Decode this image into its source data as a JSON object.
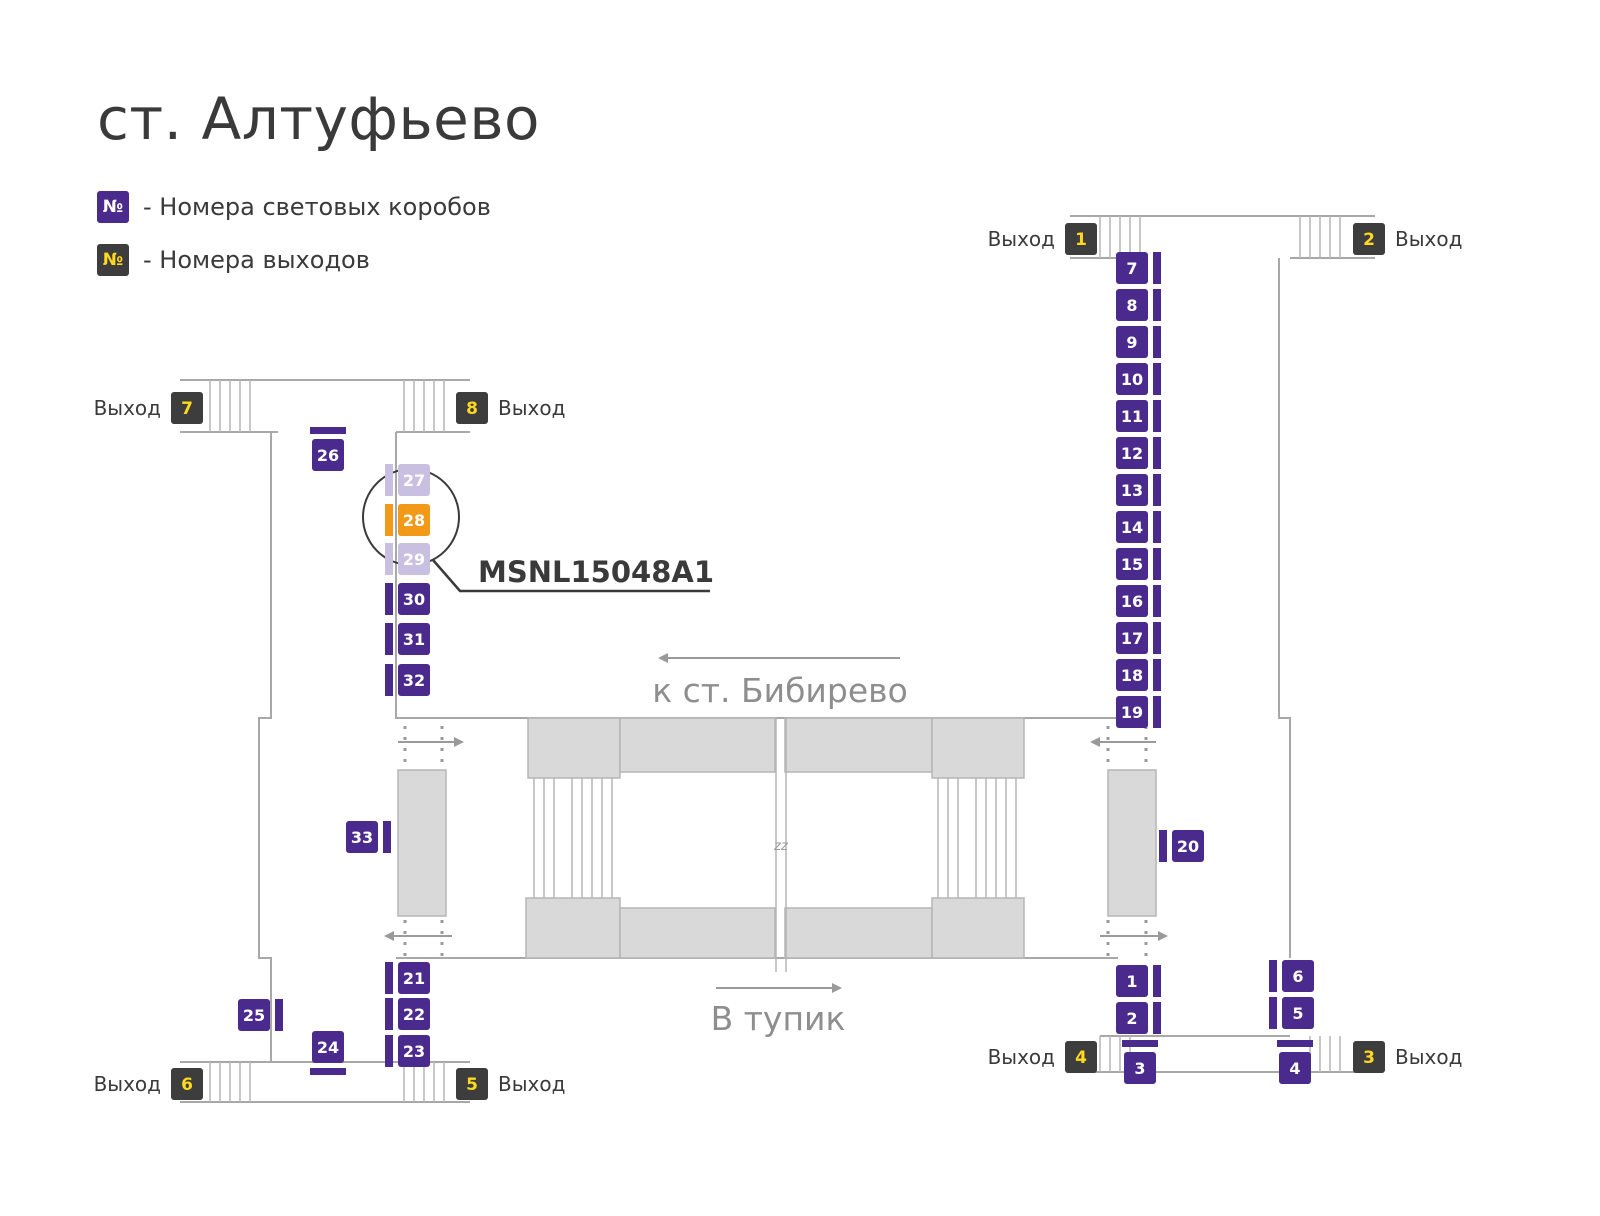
{
  "title": "ст. Алтуфьево",
  "colors": {
    "lightbox": "#4a2a8c",
    "lightbox_faded": "#c9bfe0",
    "highlight": "#f29a18",
    "exit_bg": "#3d3d3d",
    "exit_text": "#ffd81f",
    "wall": "#a8a8a8",
    "structure": "#d9d9d9"
  },
  "legend": {
    "symbol": "№",
    "lightbox_text": "- Номера световых коробов",
    "exit_text": "- Номера выходов"
  },
  "directions": {
    "top": "к ст. Бибирево",
    "bottom": "В тупик"
  },
  "exit_word": "Выход",
  "exits": [
    {
      "num": "1",
      "side": "left"
    },
    {
      "num": "2",
      "side": "right"
    },
    {
      "num": "3",
      "side": "right"
    },
    {
      "num": "4",
      "side": "left"
    },
    {
      "num": "5",
      "side": "right"
    },
    {
      "num": "6",
      "side": "left"
    },
    {
      "num": "7",
      "side": "left"
    },
    {
      "num": "8",
      "side": "right"
    }
  ],
  "lightboxes": [
    "1",
    "2",
    "3",
    "4",
    "5",
    "6",
    "7",
    "8",
    "9",
    "10",
    "11",
    "12",
    "13",
    "14",
    "15",
    "16",
    "17",
    "18",
    "19",
    "20",
    "21",
    "22",
    "23",
    "24",
    "25",
    "26",
    "27",
    "28",
    "29",
    "30",
    "31",
    "32",
    "33"
  ],
  "faded_boxes": [
    "27",
    "29"
  ],
  "highlighted_box": "28",
  "highlight_code": "MSNL15048A1",
  "zz_mark": "zz"
}
